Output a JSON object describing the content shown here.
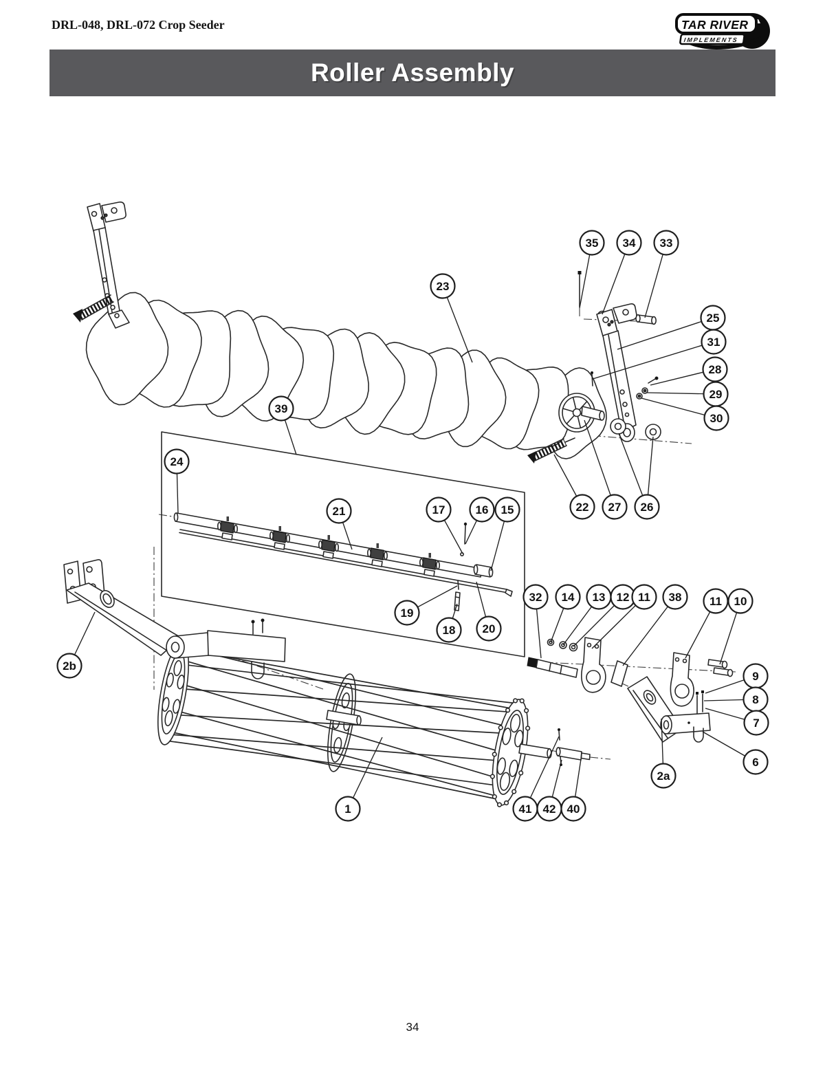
{
  "page": {
    "header": "DRL-048, DRL-072 Crop Seeder",
    "title": "Roller Assembly",
    "page_number": "34"
  },
  "logo": {
    "line1": "TAR RIVER",
    "line2": "IMPLEMENTS"
  },
  "theme": {
    "title_bar_bg": "#59595c",
    "diagram_line": "#282828"
  },
  "diagram": {
    "description": "Exploded parts view of roller assembly with numbered callouts",
    "callouts": [
      "35",
      "34",
      "33",
      "23",
      "25",
      "31",
      "28",
      "29",
      "30",
      "39",
      "24",
      "21",
      "17",
      "16",
      "15",
      "22",
      "27",
      "26",
      "19",
      "18",
      "20",
      "32",
      "14",
      "13",
      "12",
      "11",
      "38",
      "11",
      "10",
      "2b",
      "9",
      "8",
      "7",
      "6",
      "2a",
      "1",
      "41",
      "42",
      "40"
    ]
  }
}
